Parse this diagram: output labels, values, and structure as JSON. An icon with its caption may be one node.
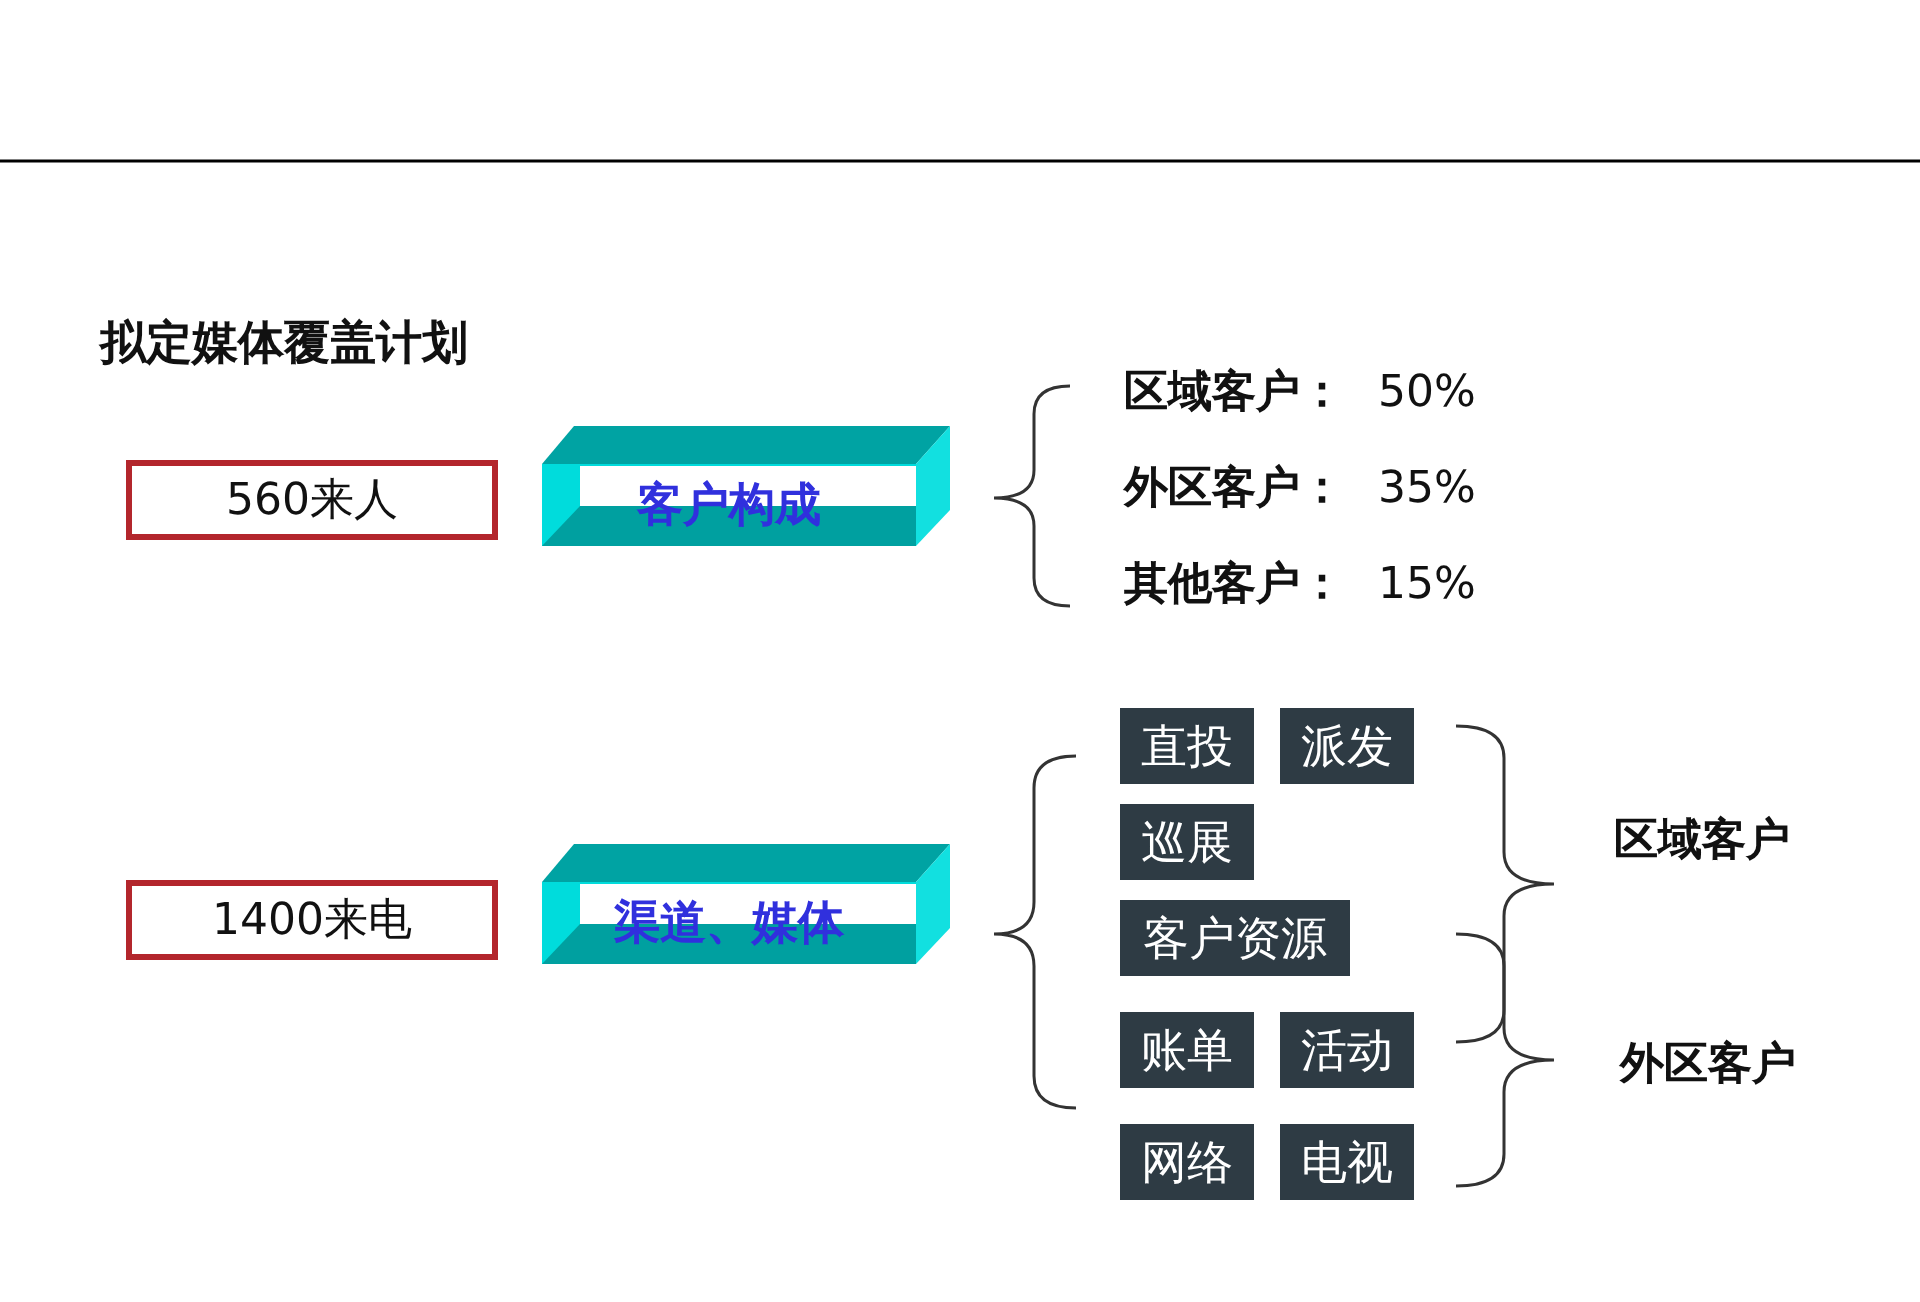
{
  "diagram": {
    "title": "拟定媒体覆盖计划",
    "nodes": [
      {
        "text": [
          "560来人"
        ]
      },
      {
        "text": [
          "客户构成"
        ]
      },
      {
        "text": [
          "1400来电"
        ]
      },
      {
        "text": [
          "渠道、媒体"
        ]
      },
      {
        "text": [
          "直投"
        ]
      },
      {
        "text": [
          "派发"
        ]
      },
      {
        "text": [
          "巡展"
        ]
      },
      {
        "text": [
          "客户资源"
        ]
      },
      {
        "text": [
          "账单"
        ]
      },
      {
        "text": [
          "活动"
        ]
      },
      {
        "text": [
          "网络"
        ]
      },
      {
        "text": [
          "电视"
        ]
      }
    ],
    "labels": [
      "区域客户：",
      "50%",
      "外区客户：",
      "35%",
      "其他客户：",
      "15%",
      "区域客户",
      "外区客户"
    ]
  }
}
